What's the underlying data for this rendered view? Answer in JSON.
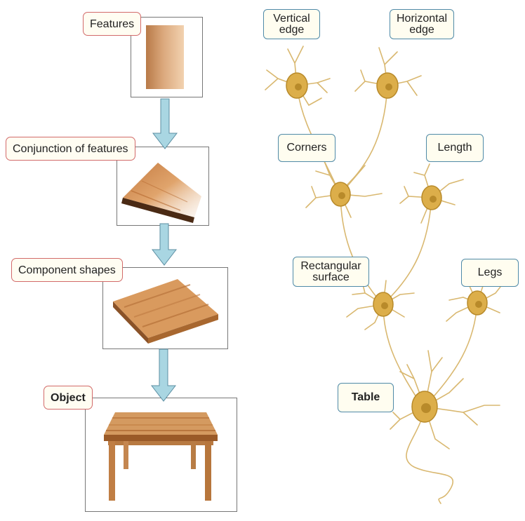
{
  "left_panel": {
    "stages": [
      {
        "label": "Features",
        "image": "vertical-edge-feature"
      },
      {
        "label": "Conjunction of features",
        "image": "joined-corner-edge"
      },
      {
        "label": "Component shapes",
        "image": "rectangular-wooden-board"
      },
      {
        "label": "Object",
        "image": "wooden-table"
      }
    ],
    "arrow_icon": "down-arrow-icon"
  },
  "right_panel": {
    "neuron_labels": {
      "vertical_edge": "Vertical\nedge",
      "horizontal_edge": "Horizontal\nedge",
      "corners": "Corners",
      "length": "Length",
      "rectangular_surface": "Rectangular\nsurface",
      "legs": "Legs",
      "table": "Table"
    },
    "colors": {
      "neuron": "#dcae4a",
      "neuron_dark": "#b88a2a",
      "dendrite": "#d9b870"
    }
  },
  "colors": {
    "stage_tag_border": "#d26a6a",
    "neuron_tag_border": "#4f8aa8",
    "arrow": "#a9d6e2"
  }
}
